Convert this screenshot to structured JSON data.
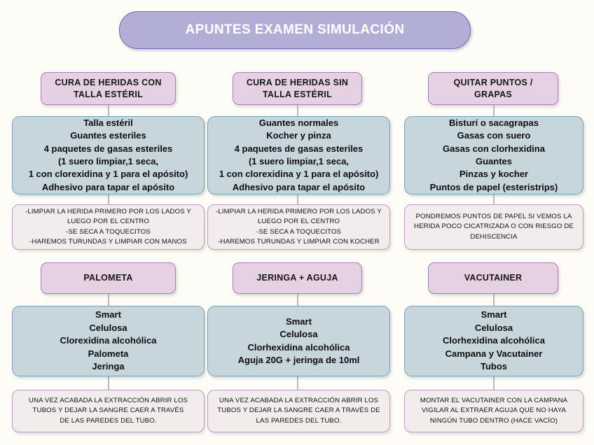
{
  "title": {
    "text": "APUNTES EXAMEN SIMULACIÓN"
  },
  "colors": {
    "background": "#fdfcf6",
    "title_fill": "#b3aed6",
    "title_border": "#6f6aa8",
    "title_text": "#ffffff",
    "header_fill": "#e5d1e3",
    "header_border": "#a87fae",
    "mainbox_fill": "#c6d6dc",
    "mainbox_border": "#7ba0ae",
    "notebox_fill": "#f2ecec",
    "notebox_border": "#b99ec0",
    "connector": "#b9b9c4"
  },
  "columns": [
    {
      "id": "cura-con-talla",
      "header": "CURA DE HERIDAS CON\nTALLA ESTÉRIL",
      "main": "Talla estéril\nGuantes esteriles\n4 paquetes de gasas esteriles\n(1 suero limpiar,1 seca,\n1 con clorexidina y 1 para el apósito)\nAdhesivo para tapar el apósito",
      "note": "-LIMPIAR LA HERIDA PRIMERO POR LOS LADOS Y\nLUEGO POR EL CENTRO\n-SE SECA A TOQUECITOS\n-HAREMOS TURUNDAS Y LIMPIAR CON MANOS"
    },
    {
      "id": "cura-sin-talla",
      "header": "CURA DE HERIDAS SIN\nTALLA ESTÉRIL",
      "main": "Guantes normales\nKocher y pinza\n4 paquetes de gasas esteriles\n(1 suero limpiar,1 seca,\n1 con clorexidina y 1 para el apósito)\nAdhesivo para tapar el apósito",
      "note": "-LIMPIAR LA HERIDA PRIMERO POR LOS LADOS Y\nLUEGO POR EL CENTRO\n-SE SECA A TOQUECITOS\n-HAREMOS TURUNDAS Y LIMPIAR CON KOCHER"
    },
    {
      "id": "quitar-puntos-grapas",
      "header": "QUITAR PUNTOS /\nGRAPAS",
      "main": "Bisturí o sacagrapas\nGasas con suero\nGasas con clorhexidina\nGuantes\nPinzas y kocher\nPuntos de papel (esteristrips)",
      "note": "PONDREMOS PUNTOS DE PAPEL SI VEMOS LA\nHERIDA POCO CICATRIZADA O CON RIESGO DE\nDEHISCENCIA"
    },
    {
      "id": "palometa",
      "header": "PALOMETA",
      "main": "Smart\nCelulosa\nClorexidina alcohólica\nPalometa\nJeringa",
      "note": "UNA VEZ ACABADA LA EXTRACCIÓN ABRIR LOS\nTUBOS Y DEJAR LA SANGRE CAER A TRAVÉS\nDE LAS PAREDES DEL TUBO."
    },
    {
      "id": "jeringa-aguja",
      "header": "JERINGA + AGUJA",
      "main": "Smart\nCelulosa\nClorhexidina alcohólica\nAguja 20G + jeringa de 10ml",
      "note": "UNA VEZ ACABADA LA EXTRACCIÓN ABRIR LOS\nTUBOS Y DEJAR LA SANGRE CAER A TRAVÉS DE\nLAS PAREDES DEL TUBO."
    },
    {
      "id": "vacutainer",
      "header": "VACUTAINER",
      "main": "Smart\nCelulosa\nClorhexidina alcohólica\nCampana y Vacutainer\nTubos",
      "note": "MONTAR EL VACUTAINER CON LA CAMPANA\nVIGILAR AL EXTRAER AGUJA QUE NO HAYA\nNINGÚN TUBO DENTRO (HACE VACÍO)"
    }
  ]
}
